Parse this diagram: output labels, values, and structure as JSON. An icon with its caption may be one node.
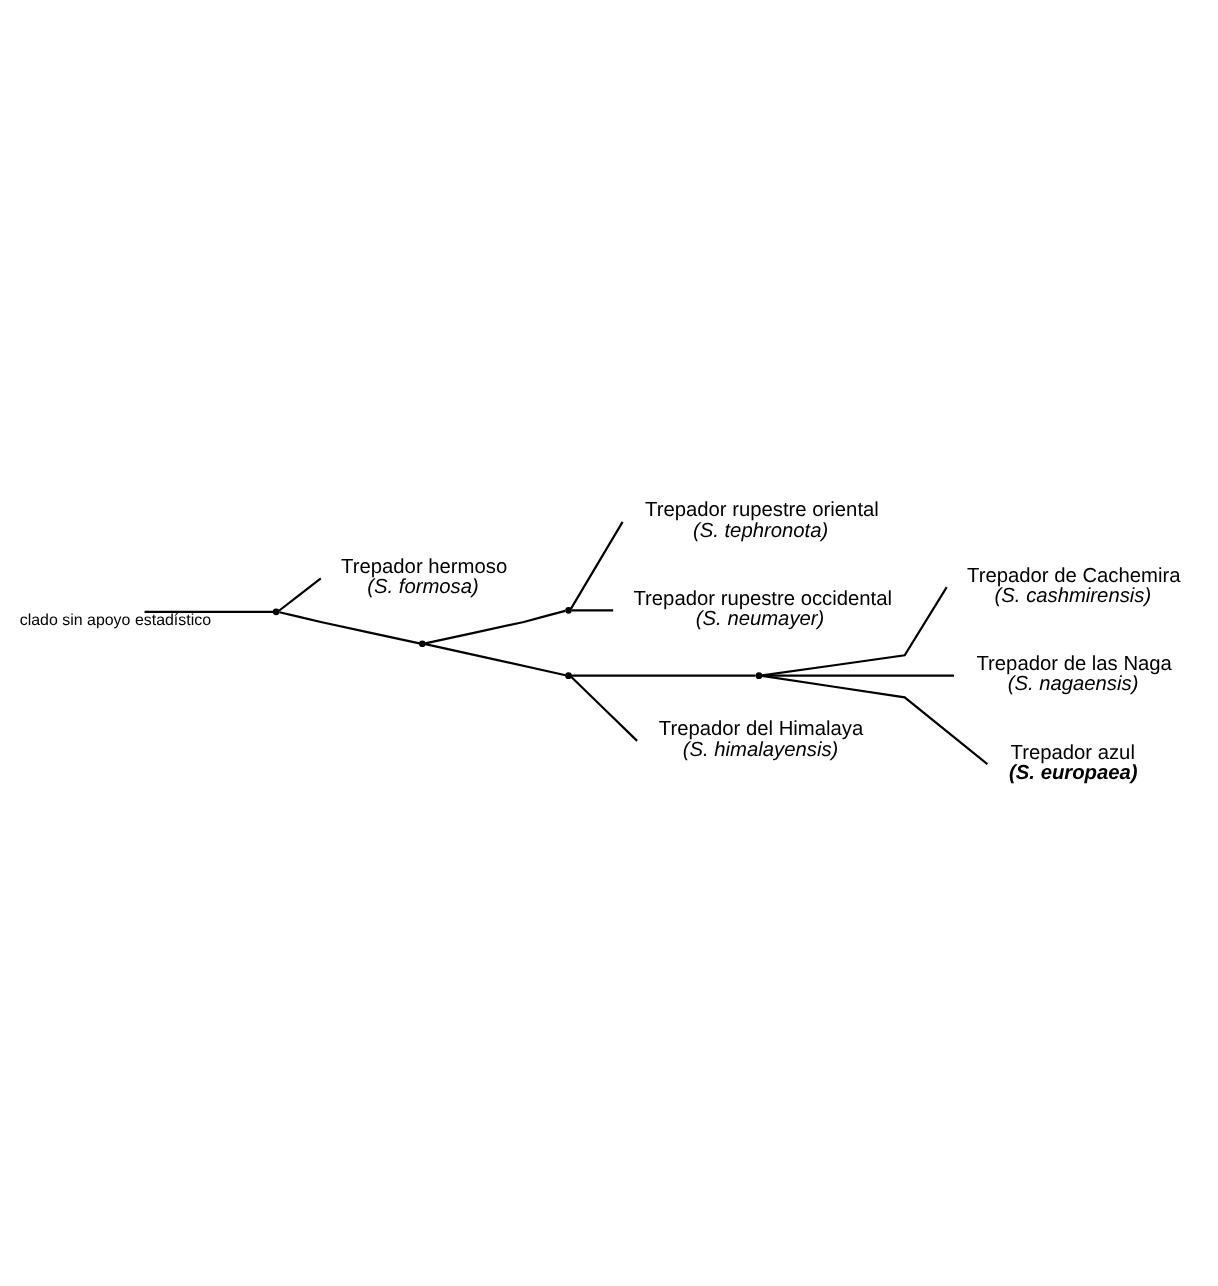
{
  "diagram": {
    "nodes": [
      {
        "text": [],
        "shape": "point"
      },
      {
        "text": [
          "Trepador hermoso",
          "(*S. formosa*)"
        ]
      },
      {
        "text": [],
        "shape": "point"
      },
      {
        "text": [],
        "shape": "point"
      },
      {
        "text": [
          "Trepador rupestre oriental",
          "(*S. tephronota*)"
        ]
      },
      {
        "text": [
          "Trepador rupestre occidental",
          "(*S. neumayer*)"
        ]
      },
      {
        "text": [],
        "shape": "point"
      },
      {
        "text": [],
        "shape": "point"
      },
      {
        "text": [
          "Trepador de Cachemira",
          "(*S. cashmirensis*)"
        ]
      },
      {
        "text": [
          "Trepador de las Naga",
          "(*S. nagaensis*)"
        ]
      },
      {
        "text": [
          "Trepador azul",
          "(**S. europaea**)"
        ]
      },
      {
        "text": [
          "Trepador del Himalaya",
          "(*S. himalayensis*)"
        ]
      }
    ],
    "edges": [
      {
        "from": null,
        "to": 0,
        "arrow": "none",
        "label": "clado sin apoyo estadístico"
      },
      {
        "from": 0,
        "to": 1,
        "arrow": "none"
      },
      {
        "from": 0,
        "to": 2,
        "arrow": "none"
      },
      {
        "from": 2,
        "to": 3,
        "arrow": "none"
      },
      {
        "from": 3,
        "to": 4,
        "arrow": "none"
      },
      {
        "from": 3,
        "to": 5,
        "arrow": "none"
      },
      {
        "from": 2,
        "to": 6,
        "arrow": "none"
      },
      {
        "from": 6,
        "to": 7,
        "arrow": "none"
      },
      {
        "from": 7,
        "to": 8,
        "arrow": "none"
      },
      {
        "from": 7,
        "to": 9,
        "arrow": "none"
      },
      {
        "from": 7,
        "to": 10,
        "arrow": "none"
      },
      {
        "from": 6,
        "to": 11,
        "arrow": "none"
      }
    ]
  }
}
